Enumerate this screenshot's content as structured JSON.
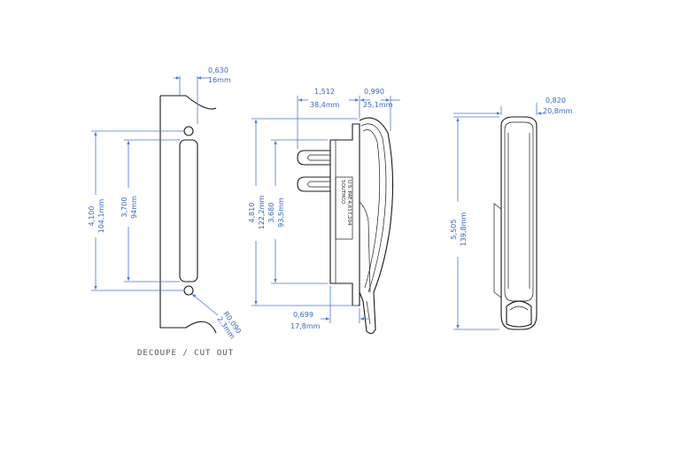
{
  "colors": {
    "line": "#1a1a1a",
    "dimension": "#4a78c8",
    "caption": "#555555"
  },
  "cutout_view": {
    "caption": "DECOUPE / CUT OUT",
    "dims": {
      "width_in": "0,630",
      "width_mm": "16mm",
      "overall_in": "4,100",
      "overall_mm": "104,1mm",
      "slot_in": "3,700",
      "slot_mm": "94mm",
      "radius_in": "R0,090",
      "radius_mm": "2,3mm"
    }
  },
  "side_view": {
    "stamp_line1": "SOUTHCO",
    "stamp_line2": "U.S. PAT.4,617,204",
    "dims": {
      "depth_in": "1,512",
      "depth_mm": "38,4mm",
      "lever_in": "0,990",
      "lever_mm": "25,1mm",
      "height_in": "4,810",
      "height_mm": "122,2mm",
      "post_in": "3,680",
      "post_mm": "93,5mm",
      "base_in": "0,699",
      "base_mm": "17,8mm"
    }
  },
  "front_view": {
    "dims": {
      "width_in": "0,820",
      "width_mm": "20,8mm",
      "height_in": "5,505",
      "height_mm": "139,8mm"
    }
  }
}
